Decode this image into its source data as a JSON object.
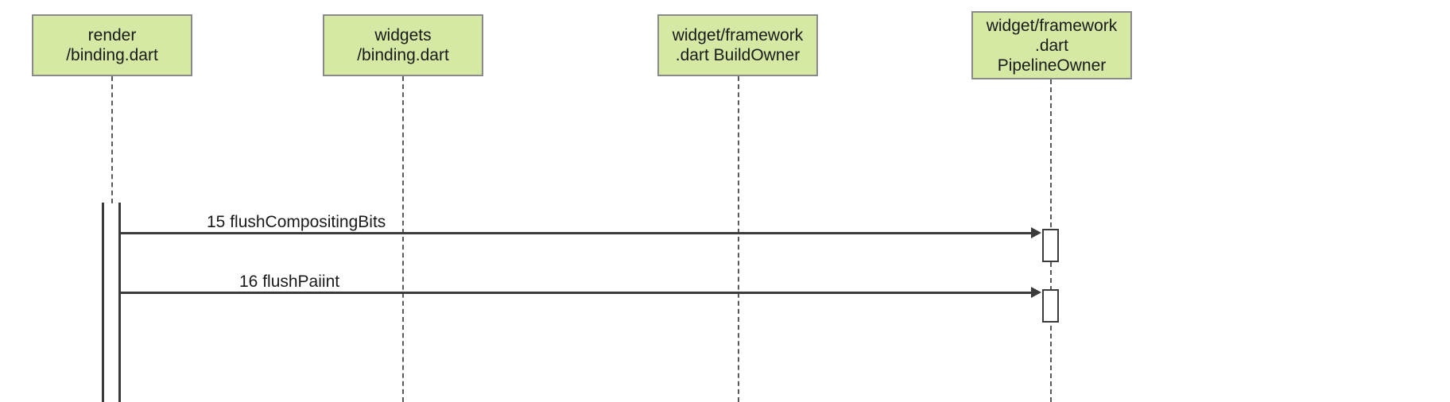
{
  "diagram": {
    "type": "sequence-diagram",
    "title": "Flutter rendering pipeline sequence",
    "colors": {
      "participant_fill": "#d5e8a4",
      "participant_border": "#8a8a8a",
      "line": "#3b3b3b",
      "lifeline": "#5a5a5a",
      "text": "#1a1a1a",
      "background": "#ffffff"
    },
    "participants": [
      {
        "id": "render-binding",
        "label": "render\n/binding.dart",
        "line1": "render",
        "line2": "/binding.dart"
      },
      {
        "id": "widgets-binding",
        "label": "widgets\n/binding.dart",
        "line1": "widgets",
        "line2": "/binding.dart"
      },
      {
        "id": "build-owner",
        "label": "widget/framework\n.dart BuildOwner",
        "line1": "widget/framework",
        "line2": ".dart BuildOwner"
      },
      {
        "id": "pipeline-owner",
        "label": "widget/framework\n.dart\nPipelineOwner",
        "line1": "widget/framework",
        "line2": ".dart",
        "line3": "PipelineOwner"
      }
    ],
    "messages": [
      {
        "seq": "15",
        "name": "flushCompositingBits",
        "label": "15 flushCompositingBits",
        "from": "render-binding",
        "to": "pipeline-owner",
        "arrow": "solid"
      },
      {
        "seq": "16",
        "name": "flushPaiint",
        "label": "16 flushPaiint",
        "from": "render-binding",
        "to": "pipeline-owner",
        "arrow": "solid"
      }
    ]
  }
}
